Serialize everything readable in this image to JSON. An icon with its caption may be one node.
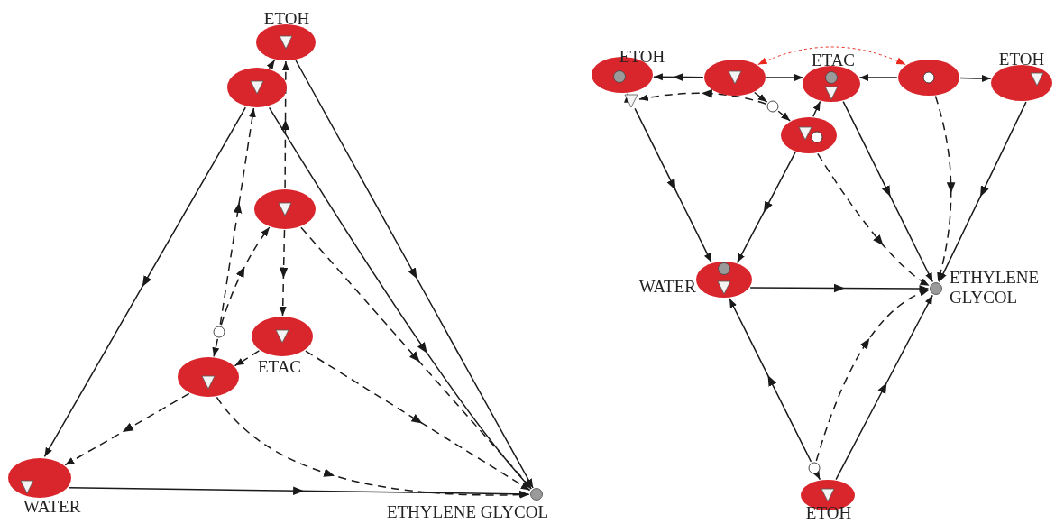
{
  "diagram": {
    "nodes": [
      {
        "text": [
          "ETOH"
        ]
      },
      {
        "text": [],
        "shape": "ellipse"
      },
      {
        "text": [],
        "shape": "ellipse"
      },
      {
        "text": [
          "ETAC"
        ]
      },
      {
        "text": [],
        "shape": "ellipse"
      },
      {
        "text": [
          "WATER"
        ]
      },
      {
        "text": [
          "ETHYLENE GLYCOL"
        ]
      },
      {
        "text": [],
        "shape": "circle"
      },
      {
        "text": [
          "ETOH"
        ]
      },
      {
        "text": [],
        "shape": "ellipse"
      },
      {
        "text": [
          "ETAC"
        ]
      },
      {
        "text": [],
        "shape": "ellipse"
      },
      {
        "text": [
          "ETOH"
        ]
      },
      {
        "text": [],
        "shape": "triangle"
      },
      {
        "text": [],
        "shape": "circle"
      },
      {
        "text": [],
        "shape": "ellipse"
      },
      {
        "text": [
          "WATER"
        ]
      },
      {
        "text": [
          "ETHYLENE GLYCOL"
        ]
      },
      {
        "text": [],
        "shape": "circle"
      },
      {
        "text": [
          "ETOH"
        ]
      }
    ],
    "edges": [
      {
        "from": 1,
        "to": 0,
        "arrow": "to"
      },
      {
        "from": 0,
        "to": 6,
        "arrow": "to"
      },
      {
        "from": 1,
        "to": 5,
        "arrow": "to"
      },
      {
        "from": 5,
        "to": 6,
        "arrow": "to"
      },
      {
        "from": 1,
        "to": 6,
        "arrow": "to"
      },
      {
        "from": 2,
        "to": 0,
        "arrow": "to",
        "style": "dashed"
      },
      {
        "from": 2,
        "to": 3,
        "arrow": "to",
        "style": "dashed"
      },
      {
        "from": 2,
        "to": 6,
        "arrow": "to",
        "style": "dashed"
      },
      {
        "from": 3,
        "to": 6,
        "arrow": "to",
        "style": "dashed"
      },
      {
        "from": 3,
        "to": 4,
        "arrow": "to",
        "style": "dashed"
      },
      {
        "from": 4,
        "to": 5,
        "arrow": "to",
        "style": "dashed"
      },
      {
        "from": 7,
        "to": 2,
        "arrow": "to",
        "style": "dashed"
      },
      {
        "from": 7,
        "to": 1,
        "arrow": "to",
        "style": "dashed"
      },
      {
        "from": 7,
        "to": 4,
        "arrow": "to",
        "style": "dashed"
      },
      {
        "from": 4,
        "to": 6,
        "arrow": "to",
        "style": "dashed"
      },
      {
        "from": 9,
        "to": 8,
        "arrow": "to"
      },
      {
        "from": 9,
        "to": 10,
        "arrow": "to"
      },
      {
        "from": 11,
        "to": 10,
        "arrow": "to"
      },
      {
        "from": 11,
        "to": 12,
        "arrow": "to"
      },
      {
        "from": 13,
        "to": 8,
        "arrow": "to"
      },
      {
        "from": 13,
        "to": 16,
        "arrow": "to"
      },
      {
        "from": 14,
        "to": 13,
        "arrow": "to",
        "style": "dashed"
      },
      {
        "from": 9,
        "to": 14,
        "arrow": "to",
        "style": "dashed"
      },
      {
        "from": 14,
        "to": 15,
        "arrow": "to",
        "style": "dashed"
      },
      {
        "from": 15,
        "to": 16,
        "arrow": "to"
      },
      {
        "from": 15,
        "to": 10,
        "arrow": "to"
      },
      {
        "from": 10,
        "to": 17,
        "arrow": "to"
      },
      {
        "from": 12,
        "to": 17,
        "arrow": "to"
      },
      {
        "from": 15,
        "to": 17,
        "arrow": "to",
        "style": "dashed"
      },
      {
        "from": 11,
        "to": 17,
        "arrow": "to",
        "style": "dashed"
      },
      {
        "from": 16,
        "to": 17,
        "arrow": "to"
      },
      {
        "from": 18,
        "to": 16,
        "arrow": "to"
      },
      {
        "from": 18,
        "to": 19,
        "arrow": "to"
      },
      {
        "from": 19,
        "to": 17,
        "arrow": "to"
      },
      {
        "from": 18,
        "to": 17,
        "arrow": "to",
        "style": "dashed"
      },
      {
        "from": 9,
        "to": 11,
        "arrow": "both",
        "style": "dashed",
        "color": "#e8281e"
      }
    ]
  }
}
